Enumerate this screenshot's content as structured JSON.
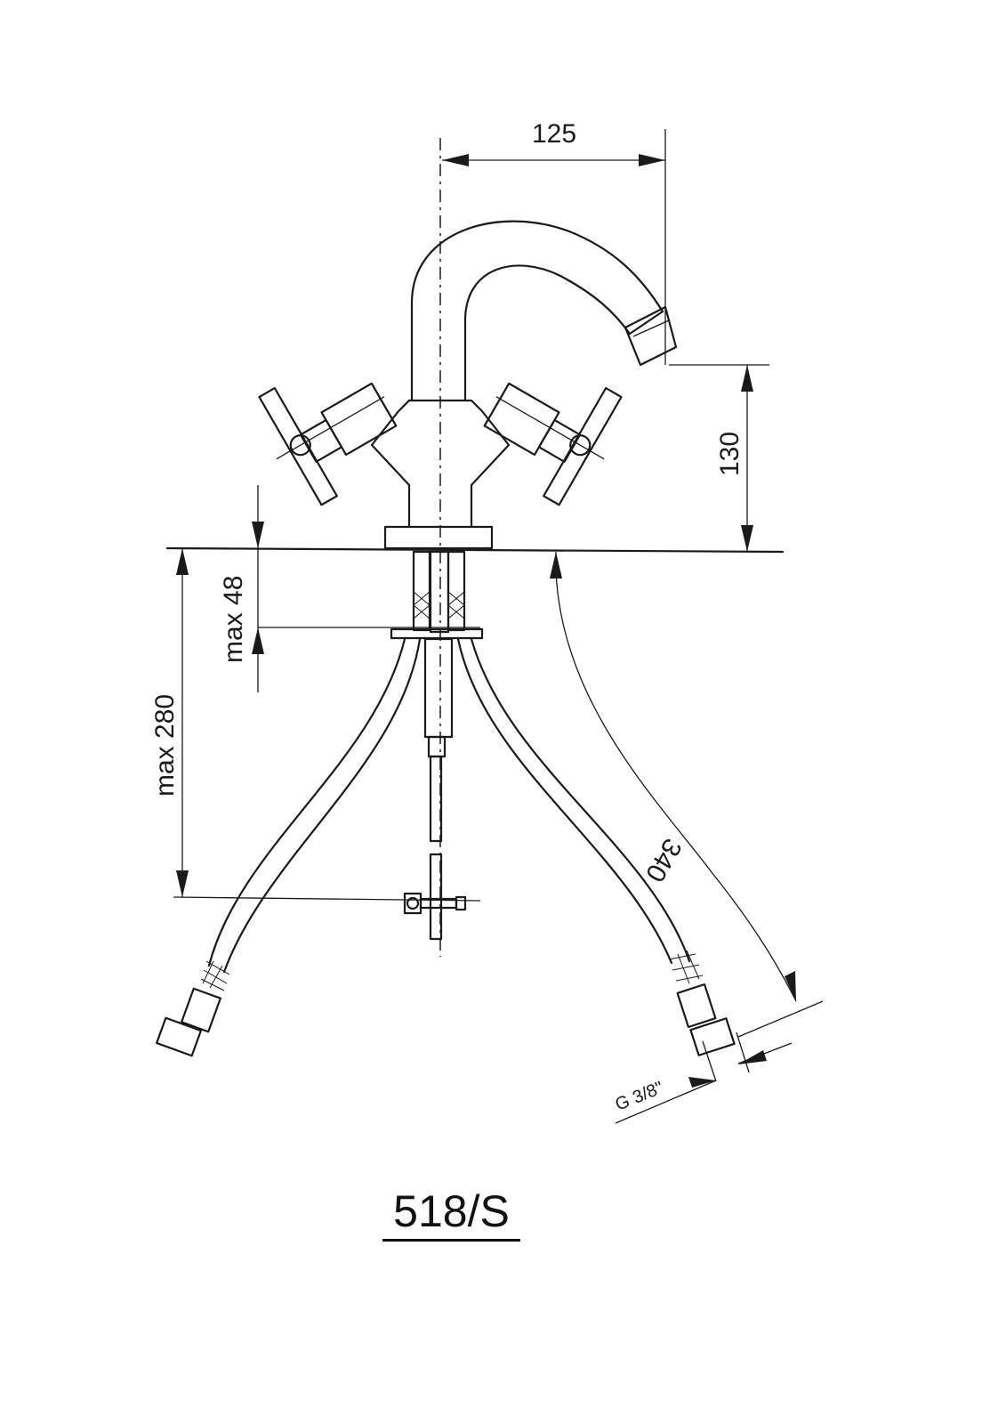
{
  "drawing": {
    "model_code": "518/S",
    "dimensions": {
      "spout_reach": "125",
      "spout_height": "130",
      "max_deck_thickness": "max 48",
      "max_rod_length": "max  280",
      "hose_length": "340",
      "thread": "G 3/8\""
    }
  }
}
